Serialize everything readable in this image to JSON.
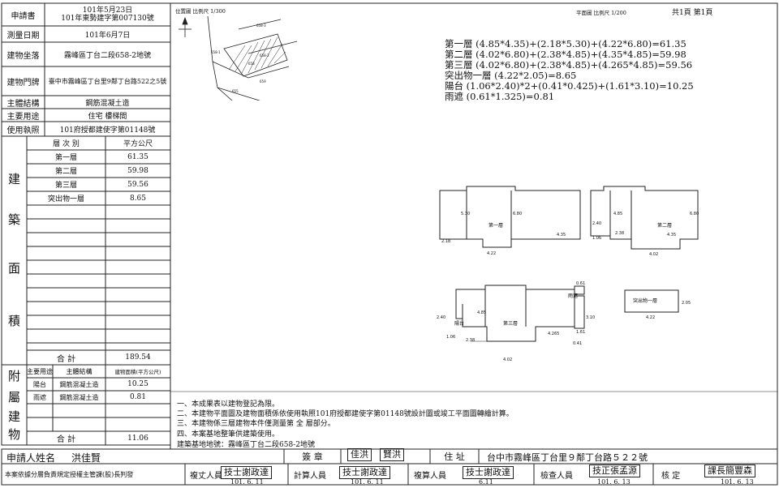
{
  "left_panel": {
    "apply_date": {
      "label": "申請書",
      "value": "101年5月23日\n101年東勢建字第007130號"
    },
    "survey_date": {
      "label": "測量日期",
      "value": "101年6月7日"
    },
    "site": {
      "label": "建物坐落",
      "value": "霧峰區丁台二段658-2地號"
    },
    "door_no": {
      "label": "建物門牌",
      "value": "臺中市霧峰區丁台里9鄰丁台路522之5號"
    },
    "structure": {
      "label": "主體結構",
      "value": "鋼筋混凝土造"
    },
    "usage": {
      "label": "主要用途",
      "value": "住宅 樓梯間"
    },
    "license": {
      "label": "使用執照",
      "value": "101府授都建使字第01148號"
    },
    "building_label": [
      "建",
      "築",
      "面",
      "積"
    ],
    "floor_header": {
      "name": "層 次 別",
      "area": "平方公尺"
    },
    "floors": [
      {
        "name": "第一層",
        "area": "61.35"
      },
      {
        "name": "第二層",
        "area": "59.98"
      },
      {
        "name": "第三層",
        "area": "59.56"
      },
      {
        "name": "突出物一層",
        "area": "8.65"
      }
    ],
    "total_label": "合 計",
    "total": "189.54",
    "annex_label": [
      "附",
      "屬",
      "建",
      "物"
    ],
    "annex_header": {
      "use": "主要用途",
      "structure": "主體結構",
      "area": "建物面積(平方公尺)"
    },
    "annex": [
      {
        "use": "陽台",
        "structure": "鋼筋混凝土造",
        "area": "10.25"
      },
      {
        "use": "雨遮",
        "structure": "鋼筋混凝土造",
        "area": "0.81"
      }
    ],
    "annex_total_label": "合 計",
    "annex_total": "11.06"
  },
  "site_plan": {
    "header": "位置圖 比例尺 1/300",
    "plot_labels": [
      "658-3",
      "658-1",
      "658",
      "658-2",
      "659",
      "655"
    ]
  },
  "floor_plan_header": {
    "scale": "平面圖 比例尺 1/200",
    "page": "共1頁 第1頁"
  },
  "calculations": [
    "第一層 (4.85*4.35)+(2.18*5.30)+(4.22*6.80)=61.35",
    "第二層 (4.02*6.80)+(2.38*4.85)+(4.35*4.85)=59.98",
    "第三層 (4.02*6.80)+(2.38*4.85)+(4.265*4.85)=59.56",
    "突出物一層 (4.22*2.05)=8.65",
    "陽台 (1.06*2.40)*2+(0.41*0.425)+(1.61*3.10)=10.25",
    "雨遮 (0.61*1.325)=0.81"
  ],
  "plans": {
    "floor1": {
      "name": "第一層",
      "dims": [
        "2.18",
        "4.22",
        "4.35",
        "5.30",
        "6.80"
      ]
    },
    "floor2": {
      "name": "第二層",
      "dims": [
        "2.40",
        "1.06",
        "2.38",
        "4.85",
        "4.35",
        "4.02",
        "6.80"
      ]
    },
    "floor3": {
      "name": "第三層",
      "balcony": "陽台",
      "canopy": "雨遮",
      "dims": [
        "2.40",
        "1.06",
        "2.38",
        "4.85",
        "4.265",
        "4.02",
        "0.61",
        "1.61",
        "3.10",
        "0.41"
      ]
    },
    "roof": {
      "name": "突出物一層",
      "dims": [
        "4.22",
        "2.05"
      ]
    }
  },
  "notes": [
    "一、本成果表以建物登記為限。",
    "二、本建物平面圖及建物面積係依使用執照101府授都建使字第01148號設計圖或竣工平面圖轉繪計算。",
    "三、本建物係三層建物本件僅測量第 全 層部分。",
    "四、本案基地整筆供建築使用。",
    "建築基地地號：霧峰區丁台二段658-2地號"
  ],
  "footer": {
    "applicant_label": "申請人姓名",
    "applicant": "洪佳賢",
    "seal_label": "簽 章",
    "seal_stamps": [
      "佳洪",
      "賢洪"
    ],
    "address_label": "住 址",
    "address": "台中市霧峰區丁台里９鄰丁台路５２２號",
    "issuer": "本案依據分層負責規定授權主管課(股)長判發",
    "roles": [
      {
        "label": "複丈人員",
        "stamp": "技士謝政達",
        "date": "101. 6. 11"
      },
      {
        "label": "計算人員",
        "stamp": "技士謝政達",
        "date": "101. 6. 11"
      },
      {
        "label": "複算人員",
        "stamp": "技士謝政達",
        "date": "6.11"
      },
      {
        "label": "檢查人員",
        "stamp": "技正張孟源",
        "date": "101. 6. 13"
      },
      {
        "label": "核 定",
        "stamp": "課長簡豐森",
        "date": "101. 6. 13"
      }
    ]
  }
}
